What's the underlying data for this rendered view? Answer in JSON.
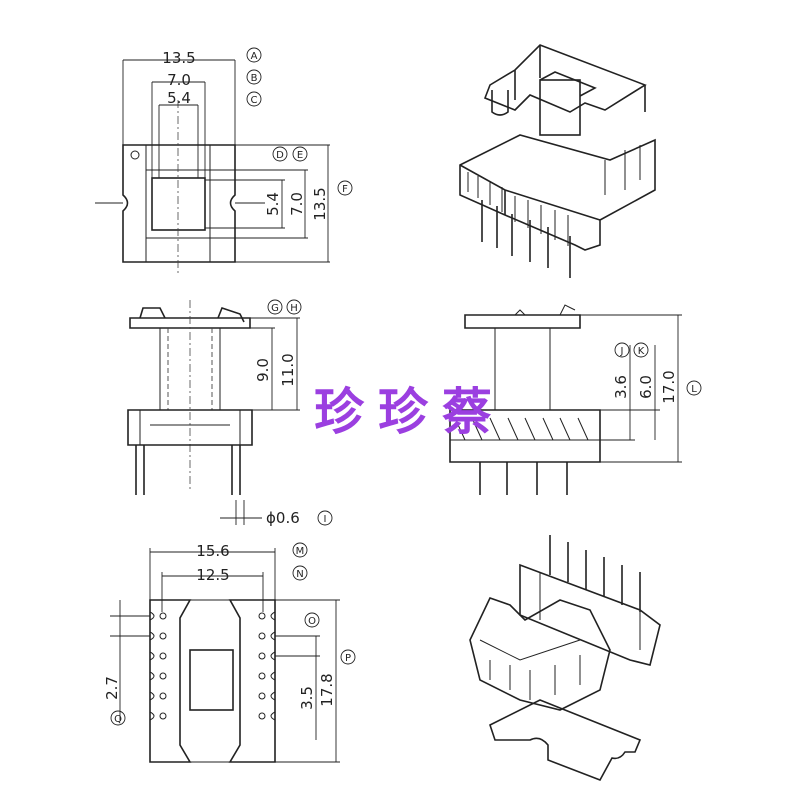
{
  "dimensions": {
    "top_view": {
      "w_outer": "13.5",
      "w_mid": "7.0",
      "w_inner": "5.4",
      "h_inner": "5.4",
      "h_mid": "7.0",
      "h_outer": "13.5"
    },
    "front_view": {
      "h_core": "9.0",
      "h_total": "11.0",
      "pin_dia": "ϕ0.6"
    },
    "side_view": {
      "h_small": "3.6",
      "h_mid": "6.0",
      "h_total": "17.0"
    },
    "bottom_view": {
      "w_outer": "15.6",
      "w_inner": "12.5",
      "pitch": "2.7",
      "window": "3.5",
      "length": "17.8"
    }
  },
  "callouts": [
    "A",
    "B",
    "C",
    "D",
    "E",
    "F",
    "G",
    "H",
    "I",
    "J",
    "K",
    "L",
    "M",
    "N",
    "O",
    "P",
    "Q"
  ],
  "watermark": "珍珍蔡"
}
